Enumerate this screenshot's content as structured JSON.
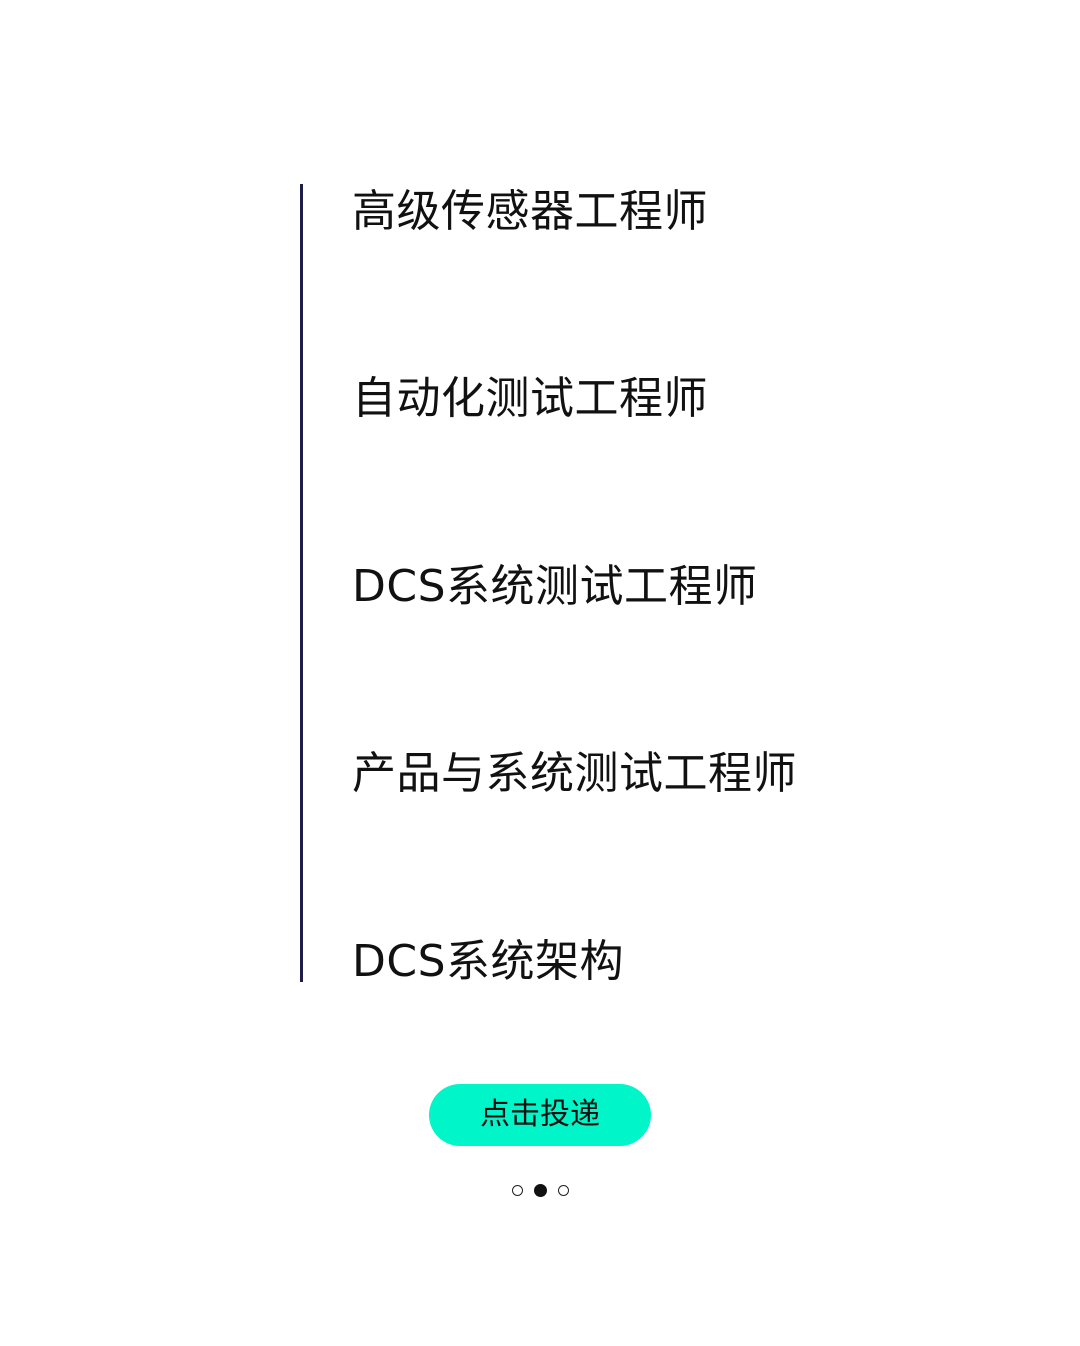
{
  "jobs": [
    {
      "label": "高级传感器工程师"
    },
    {
      "label": "自动化测试工程师"
    },
    {
      "label": "DCS系统测试工程师"
    },
    {
      "label": "产品与系统测试工程师"
    },
    {
      "label": "DCS系统架构"
    }
  ],
  "apply_button": {
    "label": "点击投递"
  },
  "pagination": {
    "total": 3,
    "current": 2
  },
  "colors": {
    "accent": "#00f5c8",
    "divider": "#1f1d4a",
    "text": "#111111"
  }
}
